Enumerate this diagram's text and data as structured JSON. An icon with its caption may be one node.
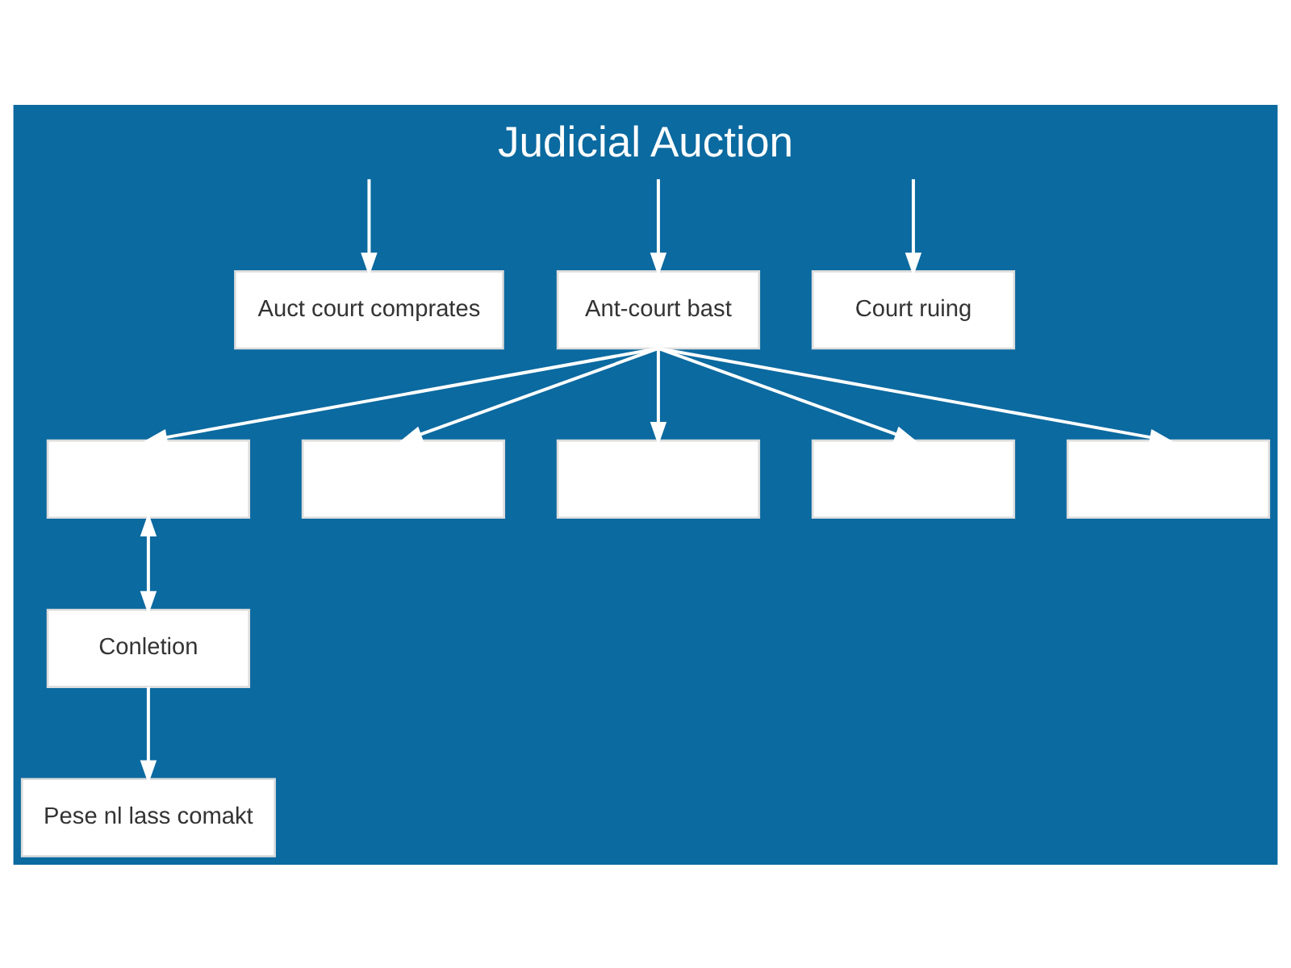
{
  "diagram": {
    "title": "Judicial Auction",
    "nodes": [
      {
        "text": [
          "Auct court comprates"
        ]
      },
      {
        "text": [
          "Ant-court bast"
        ]
      },
      {
        "text": [
          "Court ruing"
        ]
      },
      {
        "text": [],
        "shape": "box"
      },
      {
        "text": [],
        "shape": "box"
      },
      {
        "text": [],
        "shape": "box"
      },
      {
        "text": [],
        "shape": "box"
      },
      {
        "text": [],
        "shape": "box"
      },
      {
        "text": [
          "Conletion"
        ]
      },
      {
        "text": [
          "Pese nl lass comakt"
        ]
      }
    ],
    "edges": [
      {
        "from": null,
        "to": 0,
        "arrow": "to"
      },
      {
        "from": null,
        "to": 1,
        "arrow": "to"
      },
      {
        "from": null,
        "to": 2,
        "arrow": "to"
      },
      {
        "from": 1,
        "to": 3,
        "arrow": "to"
      },
      {
        "from": 1,
        "to": 4,
        "arrow": "to"
      },
      {
        "from": 1,
        "to": 5,
        "arrow": "to"
      },
      {
        "from": 1,
        "to": 6,
        "arrow": "to"
      },
      {
        "from": 1,
        "to": 7,
        "arrow": "to"
      },
      {
        "from": 3,
        "to": 8,
        "arrow": "both"
      },
      {
        "from": 8,
        "to": 9,
        "arrow": "to"
      }
    ]
  }
}
